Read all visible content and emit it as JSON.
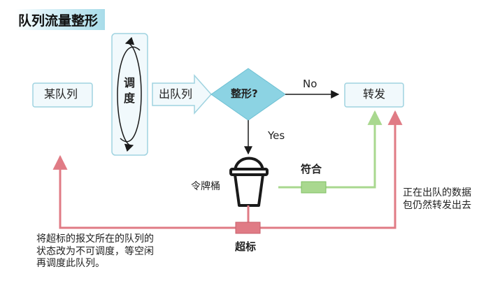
{
  "title": "队列流量整形",
  "nodes": {
    "queue": "某队列",
    "scheduler": "调\n度",
    "dequeue": "出队列",
    "shaping": "整形?",
    "forward": "转发",
    "bucket": "令牌桶"
  },
  "edges": {
    "no": "No",
    "yes": "Yes",
    "conform": "符合",
    "exceed": "超标"
  },
  "notes": {
    "left": "将超标的报文所在的队列的\n状态改为不可调度，等空闲\n再调度此队列。",
    "right": "正在出队的数据\n包仍然转发出去"
  },
  "colors": {
    "box_border": "#9fd3e0",
    "box_fill": "#f1f9fc",
    "diamond_fill": "#8cd3e3",
    "green": "#a9d88f",
    "red": "#e07b85",
    "title_accent": "#a8dce9"
  }
}
